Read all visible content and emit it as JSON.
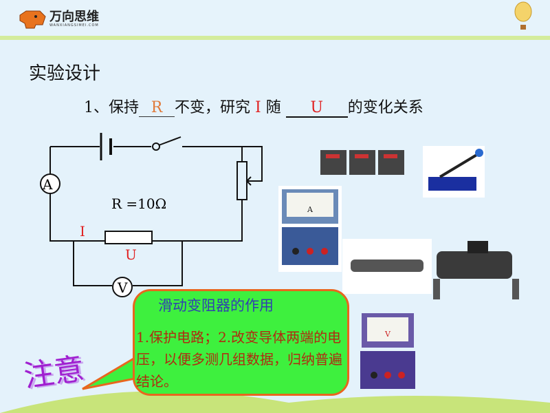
{
  "logo": {
    "name": "万向思维",
    "sub": "WANXIANGSIMEI.COM"
  },
  "title": "实验设计",
  "line1": {
    "prefix": "1、保持",
    "blank1": "R",
    "mid": "不变，研究",
    "var1": "I",
    "mid2": "随",
    "blank2": "U",
    "suffix": "的变化关系"
  },
  "circuit": {
    "ammeter": "A",
    "voltmeter": "V",
    "resistor_label": "R =10Ω",
    "current": "I",
    "voltage": "U"
  },
  "bubble": {
    "title": "滑动变阻器的作用",
    "body": "1.保护电路；2.改变导体两端的电压，以便多测几组数据，归纳普遍结论。"
  },
  "note": "注意",
  "colors": {
    "background": "#e4f2fb",
    "bubble": "#3ef03e",
    "bubble_border": "#e8661e",
    "accent_red": "#e02020",
    "accent_orange": "#e07a3a"
  }
}
